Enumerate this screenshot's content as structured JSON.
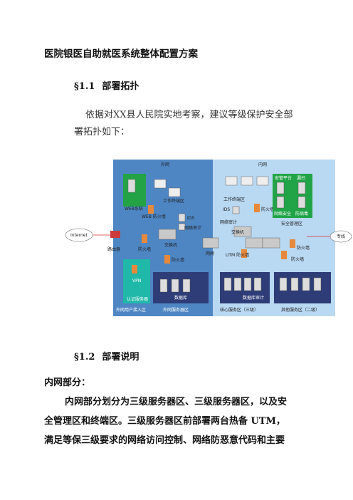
{
  "document": {
    "title": "医院银医自助就医系统整体配置方案",
    "section_1": {
      "number": "§1.1",
      "title": "部署拓扑"
    },
    "section_1_text_line1": "依据对XX县人民院实地考察，建议等级保护安全部",
    "section_1_text_line2": "署拓扑如下：",
    "section_2": {
      "number": "§1.2",
      "title": "部署说明"
    },
    "subheading": "内网部分：",
    "body_line1": "内网部分划分为三级服务器区、三级服务器区，以及安",
    "body_line2": "全管理区和终端区。三级服务器区前部署两台热备 UTM，",
    "body_line3": "满足等保三级要求的网络访问控制、网络防恶意代码和主要"
  },
  "diagram": {
    "outer_label": "外网",
    "inner_label": "内网",
    "internet": "Internet",
    "leased_line": "专线",
    "router": "路由器",
    "web_system": "WEB系统",
    "web_firewall": "WEB 防火墙",
    "work_terminal_outer": "工作终端区",
    "ids_outer": "IDS",
    "net_audit_outer": "网络审计",
    "switch_outer": "交换机",
    "firewall_outer_1": "防火墙",
    "firewall_outer_2": "防火墙",
    "vpn": "VPN",
    "auth_server": "认证服务器",
    "db_server": "数据库",
    "gap": "网闸",
    "outer_user_zone": "外网用户接入区",
    "outer_server_zone": "外网服务器区",
    "work_terminal_inner": "工作终端区",
    "ids_inner": "IDS",
    "net_audit_inner": "网络审计",
    "switch_inner": "交换机",
    "utm": "UTM 防火墙",
    "firewall_inner_1": "防火墙",
    "firewall_inner_2": "防火墙",
    "firewall_inner_3": "防火墙",
    "sec_platform": "安管平台",
    "scan": "漏扫",
    "net_security": "网络安全",
    "antivirus": "防病毒",
    "sec_mgmt_zone": "安全管理区",
    "db_audit": "数据库审计",
    "core_zone": "核心服务区（三级）",
    "other_zone": "其他服务区（二级）"
  }
}
